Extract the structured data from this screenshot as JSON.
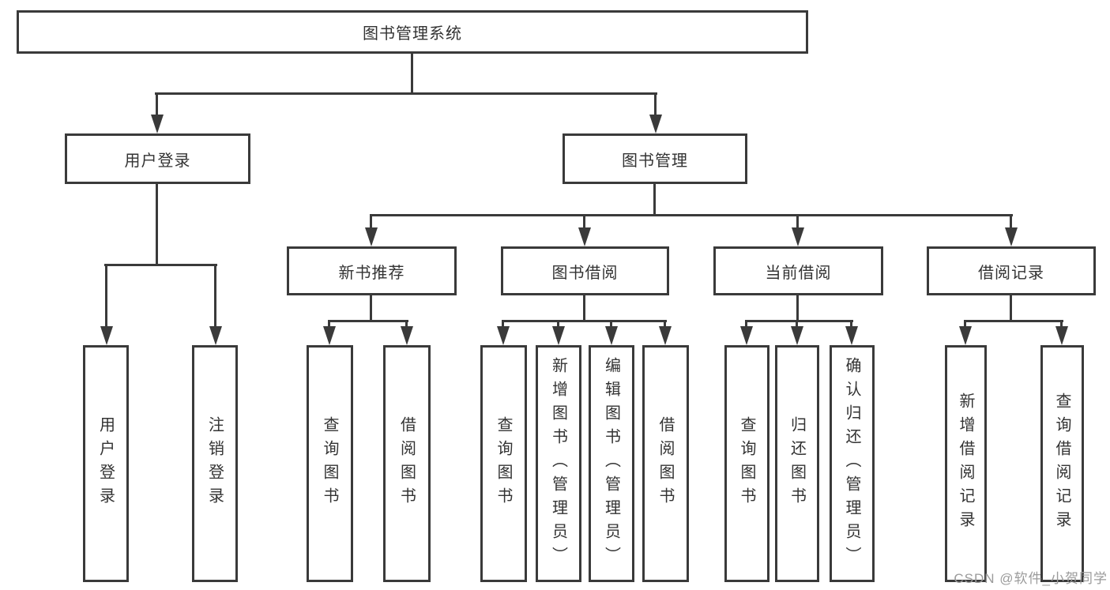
{
  "diagram_title": "图书管理系统",
  "tree": {
    "root": "图书管理系统",
    "children": [
      {
        "label": "用户登录",
        "children": [
          {
            "label": "用户登录"
          },
          {
            "label": "注销登录"
          }
        ]
      },
      {
        "label": "图书管理",
        "children": [
          {
            "label": "新书推荐",
            "children": [
              {
                "label": "查询图书"
              },
              {
                "label": "借阅图书"
              }
            ]
          },
          {
            "label": "图书借阅",
            "children": [
              {
                "label": "查询图书"
              },
              {
                "label": "新增图书（管理员）"
              },
              {
                "label": "编辑图书（管理员）"
              },
              {
                "label": "借阅图书"
              }
            ]
          },
          {
            "label": "当前借阅",
            "children": [
              {
                "label": "查询图书"
              },
              {
                "label": "归还图书"
              },
              {
                "label": "确认归还（管理员）"
              }
            ]
          },
          {
            "label": "借阅记录",
            "children": [
              {
                "label": "新增借阅记录"
              },
              {
                "label": "查询借阅记录"
              }
            ]
          }
        ]
      }
    ]
  },
  "watermark": "CSDN @软件_小贺同学",
  "colors": {
    "line": "#3a3a3a",
    "box_border": "#3a3a3a",
    "text": "#333333",
    "watermark": "#9b9b9b",
    "background": "#ffffff"
  }
}
